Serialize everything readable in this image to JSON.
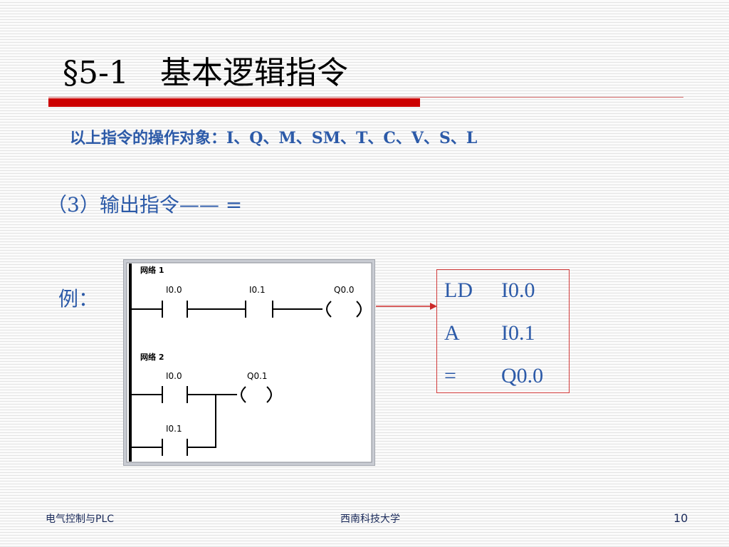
{
  "slide": {
    "title": "§5-1　基本逻辑指令",
    "operands_line": "以上指令的操作对象：I、Q、M、SM、T、C、V、S、L",
    "subheading": "（3）输出指令—— =",
    "example_label": "例："
  },
  "ladder": {
    "network1": {
      "label": "网络 1",
      "contacts": [
        "I0.0",
        "I0.1"
      ],
      "coil": "Q0.0"
    },
    "network2": {
      "label": "网络 2",
      "contacts": [
        "I0.0",
        "I0.1"
      ],
      "coil": "Q0.1"
    }
  },
  "code": [
    {
      "op": "LD",
      "operand": "I0.0"
    },
    {
      "op": "A",
      "operand": "I0.1"
    },
    {
      "op": "=",
      "operand": "Q0.0"
    }
  ],
  "footer": {
    "left": "电气控制与PLC",
    "center": "西南科技大学",
    "page": "10"
  },
  "colors": {
    "title_rule": "#cc0000",
    "body_text": "#2c5aa8",
    "code_box_border": "#d23a3a"
  }
}
